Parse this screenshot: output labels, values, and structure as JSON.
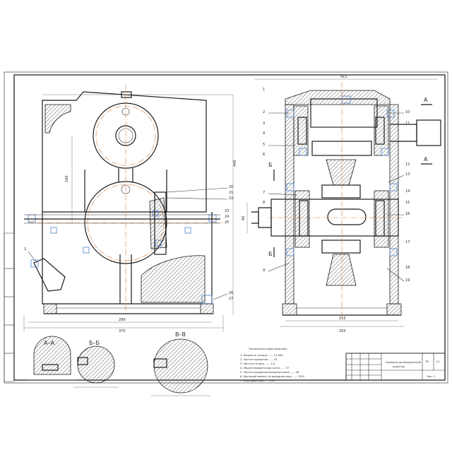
{
  "sections": {
    "aa": "А–А",
    "bb": "Б–Б",
    "vv": "В–В",
    "a_mark": "А",
    "b_mark": "Б"
  },
  "tech_req": {
    "title": "Техническая характеристика",
    "lines": [
      "1. Мощность на валу ...... 2,5 кВт",
      "2. Частота вращения ...... 25",
      "3. Частота на валу ...... 2,6",
      "4. Общее передаточное число ...... 37",
      "5. Частота вращения выходного вала ...... 48",
      "6. Крутящий момент на выходном валу ...... 1350",
      "7. КПД редуктора ...... 0,94"
    ]
  },
  "titleblock": {
    "name": "Червячно-цилиндрический",
    "sub": "редуктор",
    "sheet": "Лист 1",
    "mark": "ТМ",
    "scale": "1:1"
  },
  "leaders_left": [
    "1",
    "20",
    "21",
    "22",
    "23",
    "24",
    "25",
    "26",
    "27"
  ],
  "leaders_right": [
    "1",
    "2",
    "3",
    "4",
    "5",
    "6",
    "7",
    "8",
    "9",
    "10",
    "11",
    "12",
    "13",
    "14",
    "15",
    "16",
    "17",
    "18",
    "19"
  ],
  "dims": {
    "top_width": "415",
    "left_height": "440",
    "center_dist": "160",
    "base_w": "370",
    "base_w2": "290",
    "right_base": "250",
    "right_base2": "210",
    "shaft_d": "60"
  }
}
